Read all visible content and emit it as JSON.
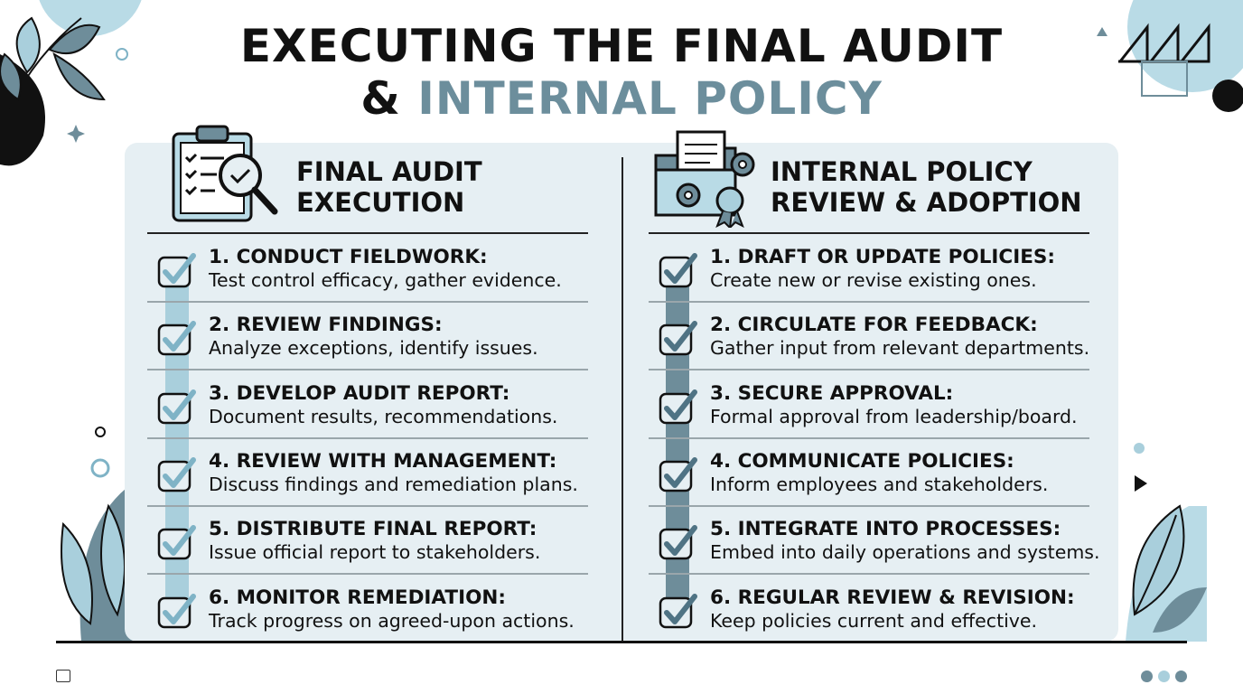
{
  "title": {
    "line1": "EXECUTING THE FINAL AUDIT",
    "line2_prefix": "& ",
    "line2_accent": "INTERNAL POLICY"
  },
  "left": {
    "heading_line1": "FINAL AUDIT",
    "heading_line2": "EXECUTION",
    "icon": "clipboard-magnifier-icon",
    "items": [
      {
        "title": "1. CONDUCT FIELDWORK:",
        "desc": "Test control efficacy, gather evidence."
      },
      {
        "title": "2. REVIEW FINDINGS:",
        "desc": "Analyze exceptions, identify issues."
      },
      {
        "title": "3. DEVELOP AUDIT REPORT:",
        "desc": "Document results, recommendations."
      },
      {
        "title": "4. REVIEW WITH MANAGEMENT:",
        "desc": "Discuss findings and remediation plans."
      },
      {
        "title": "5. DISTRIBUTE FINAL REPORT:",
        "desc": "Issue official report to stakeholders."
      },
      {
        "title": "6. MONITOR REMEDIATION:",
        "desc": "Track progress on agreed-upon actions."
      }
    ]
  },
  "right": {
    "heading_line1": "INTERNAL POLICY",
    "heading_line2": "REVIEW & ADOPTION",
    "icon": "folder-gears-badge-icon",
    "items": [
      {
        "title": "1. DRAFT OR UPDATE POLICIES:",
        "desc": "Create new or revise existing ones."
      },
      {
        "title": "2. CIRCULATE FOR FEEDBACK:",
        "desc": "Gather input from relevant departments."
      },
      {
        "title": "3. SECURE APPROVAL:",
        "desc": "Formal approval from leadership/board."
      },
      {
        "title": "4. COMMUNICATE POLICIES:",
        "desc": "Inform employees and stakeholders."
      },
      {
        "title": "5. INTEGRATE INTO PROCESSES:",
        "desc": "Embed into daily operations and systems."
      },
      {
        "title": "6. REGULAR REVIEW & REVISION:",
        "desc": "Keep policies current and effective."
      }
    ]
  },
  "colors": {
    "accent": "#6c8e9c",
    "panel": "#e6eff3",
    "rail_left": "#a9cfdc",
    "rail_right": "#6e8d9a",
    "check_left": "#7fb3c6",
    "check_right": "#4f7384",
    "ink": "#111111"
  },
  "footer": {
    "icon": "slide-logo-icon",
    "dots": [
      "#6e8d9a",
      "#a9cfdc",
      "#6e8d9a"
    ]
  }
}
